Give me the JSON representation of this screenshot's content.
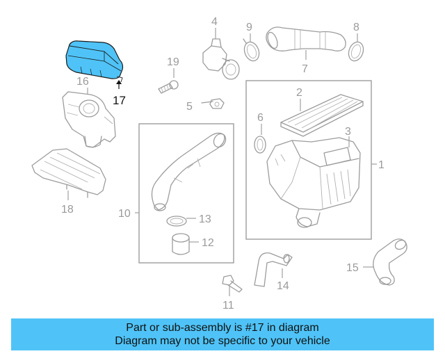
{
  "callouts": {
    "c1": "1",
    "c2": "2",
    "c3": "3",
    "c4": "4",
    "c5": "5",
    "c6": "6",
    "c7": "7",
    "c8": "8",
    "c9": "9",
    "c10": "10",
    "c11": "11",
    "c12": "12",
    "c13": "13",
    "c14": "14",
    "c15": "15",
    "c16": "16",
    "c17": "17",
    "c18": "18",
    "c19": "19"
  },
  "highlighted_part": "17",
  "colors": {
    "highlight": "#4fc3f7",
    "linework": "#9c9c9c",
    "banner": "#4fc3f7"
  },
  "banner": {
    "line1": "Part or sub-assembly is #17 in diagram",
    "line2": "Diagram may not be specific to your vehicle"
  }
}
